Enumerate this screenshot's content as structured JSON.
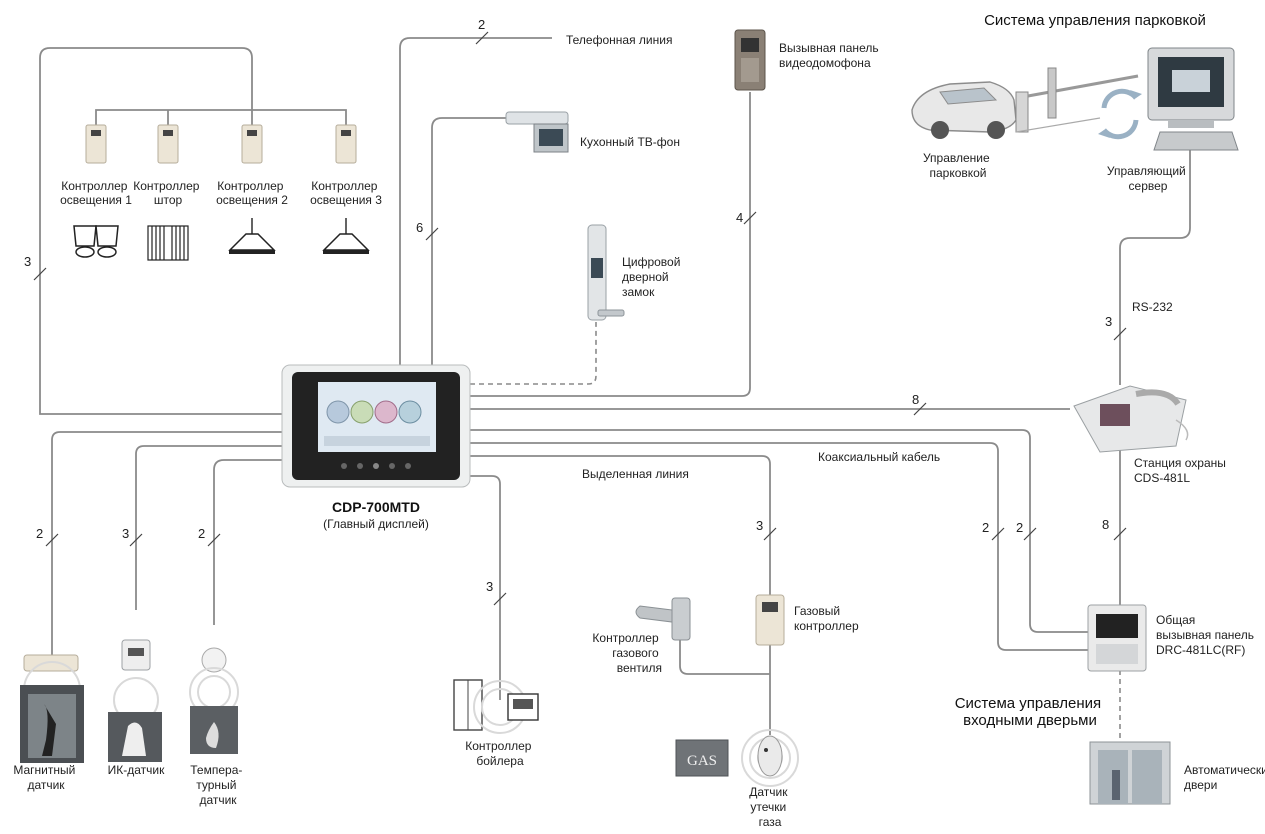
{
  "titles": {
    "parking_system": "Система управления парковкой",
    "door_system_1": "Система управления",
    "door_system_2": "входными дверьми"
  },
  "main_display": {
    "model": "CDP-700MTD",
    "subtitle": "(Главный дисплей)"
  },
  "lighting": {
    "ctrl1": [
      "Контроллер",
      "освещения 1"
    ],
    "curtain": [
      "Контроллер",
      "штор"
    ],
    "ctrl2": [
      "Контроллер",
      "освещения 2"
    ],
    "ctrl3": [
      "Контроллер",
      "освещения 3"
    ]
  },
  "devices": {
    "phone_line": "Телефонная линия",
    "door_panel": [
      "Вызывная панель",
      "видеодомофона"
    ],
    "kitchen_tv": "Кухонный ТВ-фон",
    "digital_lock": [
      "Цифровой",
      "дверной",
      "замок"
    ],
    "parking_control": [
      "Управление",
      "парковкой"
    ],
    "server": [
      "Управляющий",
      "сервер"
    ],
    "rs232": "RS-232",
    "guard_station": [
      "Станция охраны",
      "CDS-481L"
    ],
    "coax": "Коаксиальный кабель",
    "dedicated": "Выделенная линия",
    "common_panel": [
      "Общая",
      "вызывная панель",
      "DRC-481LC(RF)"
    ],
    "auto_doors": [
      "Автоматические",
      "двери"
    ],
    "gas_controller": [
      "Газовый",
      "контроллер"
    ],
    "gas_valve": [
      "Контроллер",
      "газового",
      "вентиля"
    ],
    "gas_leak": [
      "Датчик",
      "утечки",
      "газа"
    ],
    "gas_text": "GAS",
    "boiler": [
      "Контроллер",
      "бойлера"
    ],
    "magnetic": [
      "Магнитный",
      "датчик"
    ],
    "ir": "ИК-датчик",
    "temp": [
      "Темпера-",
      "турный",
      "датчик"
    ]
  },
  "wire_counts": {
    "phone": "2",
    "left_loop": "3",
    "kitchen": "6",
    "door_panel": "4",
    "rs232": "3",
    "guard": "8",
    "magnetic": "2",
    "ir": "3",
    "temp": "2",
    "boiler": "3",
    "gas": "3",
    "coax1": "2",
    "coax2": "2",
    "panel": "8"
  }
}
